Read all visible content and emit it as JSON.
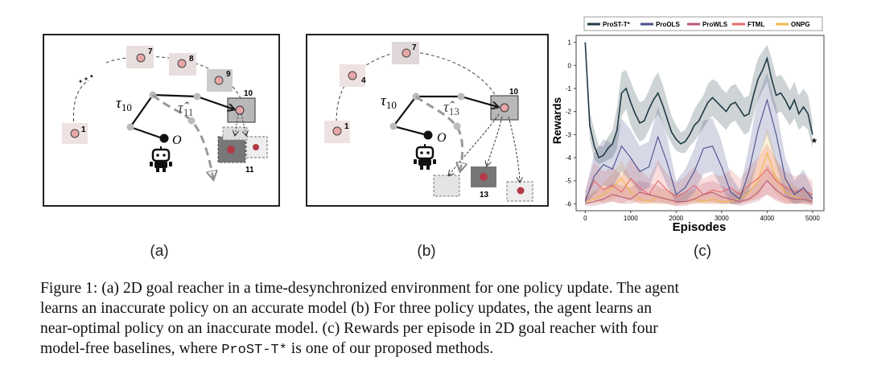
{
  "panel_a": {
    "label": "(a)",
    "node_labels": [
      "1",
      "7",
      "8",
      "9",
      "10",
      "11"
    ],
    "tau_symbol": "τ",
    "tau_sub": "10",
    "tau_hat_symbol": "τ̂",
    "tau_hat_sub": "11",
    "origin_label": "O",
    "ellipsis": "• • •"
  },
  "panel_b": {
    "label": "(b)",
    "node_labels": [
      "1",
      "4",
      "7",
      "10",
      "13"
    ],
    "tau_symbol": "τ",
    "tau_sub": "10",
    "tau_hat_symbol": "τ̂",
    "tau_hat_sub": "13",
    "origin_label": "O"
  },
  "panel_c": {
    "label": "(c)",
    "end_marker": "*"
  },
  "chart_data": {
    "type": "line",
    "xlabel": "Episodes",
    "ylabel": "Rewards",
    "xlim": [
      -200,
      5250
    ],
    "ylim": [
      -6.3,
      1.3
    ],
    "xticks": [
      0,
      1000,
      2000,
      3000,
      4000,
      5000
    ],
    "yticks": [
      1,
      0,
      -1,
      -2,
      -3,
      -4,
      -5,
      -6
    ],
    "legend_position": "top",
    "series": [
      {
        "name": "ProST-T*",
        "color": "#1f3a44",
        "x": [
          0,
          100,
          200,
          300,
          400,
          500,
          600,
          700,
          800,
          900,
          1000,
          1100,
          1200,
          1300,
          1400,
          1500,
          1600,
          1700,
          1800,
          1900,
          2000,
          2100,
          2200,
          2300,
          2400,
          2500,
          2600,
          2700,
          2800,
          2900,
          3000,
          3100,
          3200,
          3300,
          3400,
          3500,
          3600,
          3700,
          3800,
          3900,
          4000,
          4100,
          4200,
          4300,
          4400,
          4500,
          4600,
          4700,
          4800,
          4900,
          5000
        ],
        "y": [
          1.0,
          -2.6,
          -3.5,
          -4.0,
          -3.9,
          -3.6,
          -3.4,
          -2.8,
          -1.2,
          -1.0,
          -1.6,
          -2.1,
          -2.5,
          -2.4,
          -1.9,
          -1.5,
          -1.2,
          -1.7,
          -2.3,
          -2.9,
          -3.2,
          -3.4,
          -3.3,
          -3.0,
          -2.6,
          -2.4,
          -2.0,
          -1.6,
          -1.4,
          -1.6,
          -1.8,
          -2.0,
          -1.7,
          -1.6,
          -1.9,
          -2.2,
          -2.1,
          -1.3,
          -0.6,
          -0.2,
          0.3,
          -0.6,
          -1.3,
          -1.2,
          -1.5,
          -1.9,
          -1.5,
          -2.1,
          -1.8,
          -2.1,
          -3.0
        ],
        "low": [
          0.8,
          -3.2,
          -4.1,
          -4.3,
          -4.2,
          -4.1,
          -4.0,
          -3.6,
          -2.2,
          -1.9,
          -2.6,
          -3.0,
          -3.3,
          -3.2,
          -2.8,
          -2.4,
          -2.1,
          -2.5,
          -3.0,
          -3.4,
          -3.7,
          -3.8,
          -3.8,
          -3.5,
          -3.3,
          -3.0,
          -2.7,
          -2.4,
          -2.2,
          -2.4,
          -2.6,
          -2.8,
          -2.5,
          -2.4,
          -2.7,
          -3.0,
          -2.9,
          -2.2,
          -1.5,
          -1.1,
          -0.7,
          -1.5,
          -2.1,
          -2.0,
          -2.3,
          -2.6,
          -2.3,
          -2.8,
          -2.6,
          -2.8,
          -3.6
        ],
        "high": [
          1.1,
          -2.0,
          -2.8,
          -3.5,
          -3.5,
          -3.1,
          -2.8,
          -1.8,
          -0.3,
          -0.2,
          -0.7,
          -1.2,
          -1.6,
          -1.5,
          -1.1,
          -0.6,
          -0.3,
          -0.8,
          -1.5,
          -2.2,
          -2.6,
          -2.9,
          -2.8,
          -2.4,
          -1.9,
          -1.6,
          -1.3,
          -0.8,
          -0.6,
          -0.7,
          -1.0,
          -1.2,
          -0.9,
          -0.8,
          -1.1,
          -1.4,
          -1.3,
          -0.4,
          0.3,
          0.6,
          0.9,
          0.3,
          -0.5,
          -0.4,
          -0.7,
          -1.1,
          -0.7,
          -1.3,
          -1.0,
          -1.3,
          -2.4
        ]
      },
      {
        "name": "ProOLS",
        "color": "#4b4f8c",
        "x": [
          0,
          200,
          400,
          600,
          800,
          1000,
          1200,
          1400,
          1600,
          1800,
          2000,
          2200,
          2400,
          2600,
          2800,
          3000,
          3200,
          3400,
          3600,
          3800,
          4000,
          4200,
          4400,
          4600,
          4800,
          5000
        ],
        "y": [
          -5.9,
          -4.8,
          -4.3,
          -4.5,
          -3.5,
          -4.0,
          -4.6,
          -4.4,
          -3.1,
          -4.2,
          -5.6,
          -5.3,
          -4.6,
          -3.6,
          -3.5,
          -4.4,
          -5.5,
          -5.8,
          -4.6,
          -2.8,
          -1.5,
          -3.0,
          -4.9,
          -5.6,
          -5.3,
          -5.8
        ],
        "low": [
          -6.0,
          -5.6,
          -5.2,
          -5.3,
          -4.6,
          -5.0,
          -5.5,
          -5.3,
          -4.3,
          -5.2,
          -6.0,
          -5.9,
          -5.5,
          -4.7,
          -4.6,
          -5.3,
          -6.0,
          -6.0,
          -5.5,
          -4.1,
          -3.0,
          -4.3,
          -5.7,
          -6.0,
          -5.9,
          -6.0
        ],
        "high": [
          -5.5,
          -3.8,
          -3.2,
          -3.4,
          -2.3,
          -2.8,
          -3.5,
          -3.3,
          -1.8,
          -3.1,
          -5.0,
          -4.5,
          -3.6,
          -2.4,
          -2.3,
          -3.3,
          -4.8,
          -5.4,
          -3.5,
          -1.4,
          -0.3,
          -1.8,
          -4.0,
          -5.0,
          -4.5,
          -5.4
        ]
      },
      {
        "name": "ProWLS",
        "color": "#b85a78",
        "x": [
          0,
          200,
          400,
          600,
          800,
          1000,
          1200,
          1400,
          1600,
          1800,
          2000,
          2200,
          2400,
          2600,
          2800,
          3000,
          3200,
          3400,
          3600,
          3800,
          4000,
          4200,
          4400,
          4600,
          4800,
          5000
        ],
        "y": [
          -6.0,
          -5.9,
          -5.8,
          -5.6,
          -5.7,
          -5.8,
          -5.5,
          -5.6,
          -5.7,
          -5.8,
          -5.9,
          -5.9,
          -5.8,
          -5.6,
          -5.5,
          -5.7,
          -5.8,
          -5.9,
          -5.8,
          -5.5,
          -5.0,
          -5.4,
          -5.7,
          -5.8,
          -5.8,
          -5.9
        ],
        "low": [
          -6.1,
          -6.1,
          -6.0,
          -5.9,
          -6.0,
          -6.0,
          -5.9,
          -5.9,
          -6.0,
          -6.0,
          -6.1,
          -6.1,
          -6.0,
          -5.9,
          -5.9,
          -6.0,
          -6.0,
          -6.1,
          -6.0,
          -5.9,
          -5.6,
          -5.8,
          -6.0,
          -6.0,
          -6.0,
          -6.1
        ],
        "high": [
          -5.8,
          -5.5,
          -5.3,
          -5.1,
          -5.2,
          -5.3,
          -5.0,
          -5.1,
          -5.2,
          -5.4,
          -5.6,
          -5.5,
          -5.3,
          -5.1,
          -5.0,
          -5.2,
          -5.4,
          -5.5,
          -5.4,
          -5.0,
          -4.3,
          -4.8,
          -5.2,
          -5.4,
          -5.4,
          -5.6
        ]
      },
      {
        "name": "FTML",
        "color": "#e86a6a",
        "x": [
          0,
          200,
          400,
          600,
          800,
          1000,
          1200,
          1400,
          1600,
          1800,
          2000,
          2200,
          2400,
          2600,
          2800,
          3000,
          3200,
          3400,
          3600,
          3800,
          4000,
          4200,
          4400,
          4600,
          4800,
          5000
        ],
        "y": [
          -5.8,
          -5.0,
          -5.4,
          -5.2,
          -5.5,
          -4.9,
          -5.3,
          -5.6,
          -5.0,
          -5.4,
          -5.7,
          -5.5,
          -5.2,
          -5.6,
          -5.4,
          -5.5,
          -5.3,
          -5.6,
          -5.2,
          -4.9,
          -4.5,
          -5.0,
          -5.3,
          -5.5,
          -5.4,
          -5.6
        ],
        "low": [
          -6.0,
          -5.8,
          -6.0,
          -5.9,
          -6.0,
          -5.8,
          -6.0,
          -6.0,
          -5.9,
          -6.0,
          -6.1,
          -6.0,
          -5.9,
          -6.0,
          -6.0,
          -6.0,
          -6.0,
          -6.0,
          -5.9,
          -5.8,
          -5.6,
          -5.9,
          -6.0,
          -6.0,
          -6.0,
          -6.0
        ],
        "high": [
          -5.4,
          -4.2,
          -4.6,
          -4.4,
          -4.8,
          -4.0,
          -4.5,
          -4.9,
          -4.1,
          -4.7,
          -5.1,
          -4.8,
          -4.4,
          -4.9,
          -4.7,
          -4.8,
          -4.5,
          -4.9,
          -4.4,
          -4.0,
          -3.4,
          -4.1,
          -4.6,
          -4.8,
          -4.7,
          -5.0
        ]
      },
      {
        "name": "ONPG",
        "color": "#f0b848",
        "x": [
          0,
          200,
          400,
          600,
          800,
          1000,
          1200,
          1400,
          1600,
          1800,
          2000,
          2200,
          2400,
          2600,
          2800,
          3000,
          3200,
          3400,
          3600,
          3800,
          4000,
          4200,
          4400,
          4600,
          4800,
          5000
        ],
        "y": [
          -5.9,
          -5.8,
          -5.6,
          -5.3,
          -4.9,
          -5.5,
          -5.8,
          -5.9,
          -5.7,
          -5.8,
          -5.9,
          -5.9,
          -5.8,
          -5.9,
          -5.8,
          -5.9,
          -5.9,
          -5.8,
          -5.5,
          -5.0,
          -3.8,
          -4.9,
          -5.5,
          -5.7,
          -5.8,
          -5.9
        ],
        "low": [
          -6.0,
          -6.0,
          -5.9,
          -5.8,
          -5.6,
          -5.9,
          -6.0,
          -6.0,
          -6.0,
          -6.0,
          -6.0,
          -6.0,
          -6.0,
          -6.0,
          -6.0,
          -6.0,
          -6.0,
          -6.0,
          -5.9,
          -5.7,
          -5.0,
          -5.6,
          -5.9,
          -6.0,
          -6.0,
          -6.0
        ],
        "high": [
          -5.7,
          -5.4,
          -5.1,
          -4.7,
          -4.1,
          -4.9,
          -5.4,
          -5.6,
          -5.3,
          -5.4,
          -5.6,
          -5.6,
          -5.4,
          -5.6,
          -5.4,
          -5.6,
          -5.6,
          -5.4,
          -4.9,
          -4.2,
          -2.7,
          -4.0,
          -4.9,
          -5.2,
          -5.4,
          -5.6
        ]
      }
    ]
  },
  "caption": {
    "line1": "Figure 1: (a) 2D goal reacher in a time-desynchronized environment for one policy update. The agent",
    "line2": "learns an inaccurate policy on an accurate model (b) For three policy updates, the agent learns an",
    "line3": "near-optimal policy on an inaccurate model. (c) Rewards per episode in 2D goal reacher with four",
    "line4_pre": "model-free baselines, where ",
    "line4_code": "ProST-T*",
    "line4_post": " is one of our proposed methods."
  }
}
